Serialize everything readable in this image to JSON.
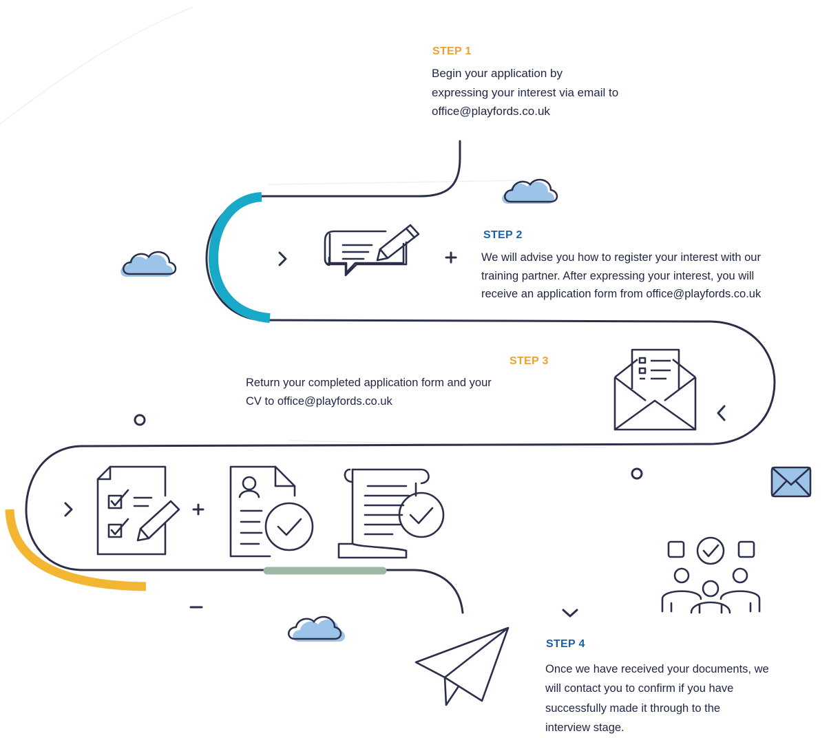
{
  "steps": [
    {
      "title": "STEP 1",
      "lines": [
        "Begin your application by",
        "expressing your interest via email to",
        "office@playfords.co.uk"
      ],
      "color": "#f0a030"
    },
    {
      "title": "STEP 2",
      "lines": [
        "We will advise you how to register your interest with our",
        "training partner. After expressing your interest, you will",
        "receive an application form from office@playfords.co.uk"
      ],
      "color": "#1a5fa8"
    },
    {
      "title": "STEP 3",
      "lines": [
        "Return your completed application form and your",
        "CV to office@playfords.co.uk"
      ],
      "color": "#f0a030"
    },
    {
      "title": "STEP 4",
      "lines": [
        "Once we have received your documents, we",
        "will contact you to confirm if you have",
        "successfully made it through to the",
        "interview stage."
      ],
      "color": "#1a5fa8"
    }
  ],
  "colors": {
    "path": "#2b2f4a",
    "teal_arc": "#18a9c8",
    "yellow_arc": "#f2b632",
    "green_bar": "#9fb8a6",
    "cloud_fill": "#9cc4e8"
  },
  "icons": [
    "speech-bubble-pencil-icon",
    "envelope-letter-icon",
    "checklist-pencil-icon",
    "profile-document-check-icon",
    "scroll-check-icon",
    "team-approval-icon",
    "paper-plane-icon",
    "mail-icon",
    "cloud-icon"
  ]
}
